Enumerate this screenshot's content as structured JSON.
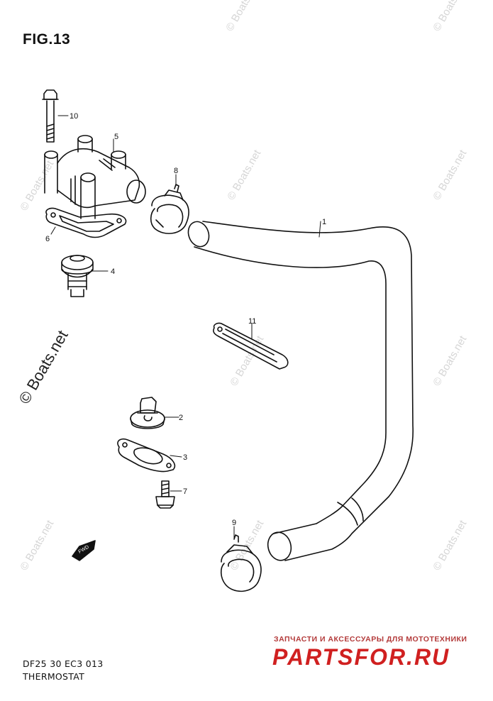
{
  "figure_title": "FIG.13",
  "footer": {
    "code": "DF25 30 EC3 013",
    "name": "THERMOSTAT"
  },
  "watermark": "© Boats.net",
  "promo": {
    "tagline": "ЗАПЧАСТИ И АКСЕССУАРЫ ДЛЯ МОТОТЕХНИКИ",
    "site": "PARTSFOR.RU"
  },
  "callouts": [
    "1",
    "2",
    "3",
    "4",
    "5",
    "6",
    "7",
    "8",
    "9",
    "10",
    "11"
  ],
  "direction_marker": "FWD",
  "colors": {
    "line": "#111111",
    "watermark": "#d6d6d6",
    "promo": "#d02020"
  }
}
